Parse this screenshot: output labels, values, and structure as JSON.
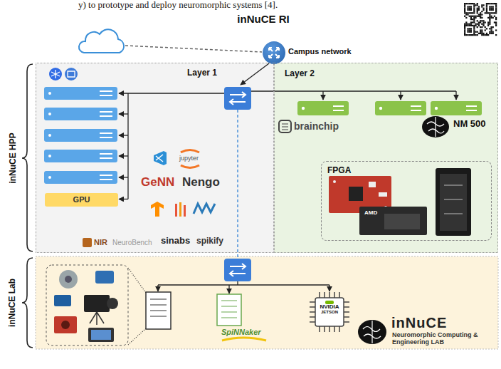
{
  "diagram": {
    "title": "inNuCE RI",
    "nodes": [
      {
        "text": [
          "Campus network"
        ]
      },
      {
        "text": [
          "Layer 1"
        ]
      },
      {
        "text": [
          "GPU"
        ],
        "in": 1
      },
      {
        "text": [
          "Layer 2"
        ]
      },
      {
        "text": [
          "brainchip"
        ],
        "in": 3
      },
      {
        "text": [
          "NM 500"
        ],
        "in": 3
      },
      {
        "text": [
          "FPGA"
        ],
        "in": 3
      },
      {
        "text": [
          "SpiNNaker"
        ]
      },
      {
        "text": [
          "NVIDIA",
          "JETSON"
        ]
      }
    ],
    "labels": [
      "y) to prototype and deploy neuromorphic systems [4].",
      "inNuCE HPP",
      "inNuCE Lab",
      "jupyter",
      "GeNN",
      "Nengo",
      "NIR",
      "NeuroBench",
      "sinabs",
      "spikify",
      "AMD",
      "inNuCE",
      "Neuromorphic Computing & Engineering LAB"
    ]
  }
}
